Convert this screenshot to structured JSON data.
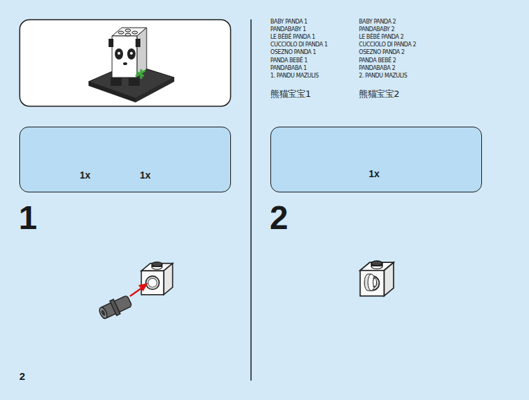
{
  "diagram": {
    "nodes": [
      {
        "text": [
          "1x",
          "1x"
        ]
      },
      {
        "text": [
          "1x"
        ]
      }
    ],
    "labels": [
      "BABY PANDA 1",
      "PANDABABY 1",
      "LE BÉBÉ PANDA 1",
      "CUCCIOLO DI PANDA 1",
      "OSEZNO PANDA 1",
      "PANDA BEBÉ 1",
      "PANDABABA 1",
      "1. PANDU MAZULIS",
      "熊猫宝宝1",
      "BABY PANDA 2",
      "PANDABABY 2",
      "LE BÉBÉ PANDA 2",
      "CUCCIOLO DI PANDA 2",
      "OSEZNO PANDA 2",
      "PANDA BEBÉ 2",
      "PANDABABA 2",
      "2. PANDU MAZULIS",
      "熊猫宝宝2",
      "1",
      "2",
      "2"
    ]
  }
}
